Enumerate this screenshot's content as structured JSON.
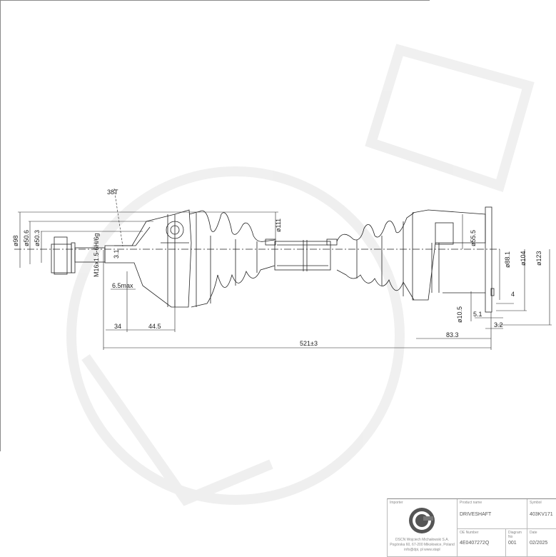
{
  "drawing": {
    "part_label": "38T",
    "dimensions_left": {
      "dia_98": "ø98",
      "dia_50_6": "ø50.6",
      "dia_50_3": "ø50.3",
      "thread": "M16x1.5-6H/6g",
      "gap": "6.5max",
      "len_34": "34",
      "len_44_5": "44.5",
      "small": "3.1"
    },
    "dimensions_mid": {
      "dia_111": "ø111",
      "total_length": "521±3"
    },
    "dimensions_right": {
      "dia_55_5": "ø55.5",
      "dia_88_1": "ø88.1",
      "dia_104": "ø104",
      "dia_123": "ø123",
      "dia_10_5": "ø10.5",
      "len_5_1": "5.1",
      "len_3_2": "3.2",
      "len_83_3": "83.3",
      "small": "4"
    }
  },
  "titleblock": {
    "importer_label": "Importer",
    "importer_address": [
      "DSCN Wojciech Michałowski S.A.",
      "Pogórska 60, 67-200 Mikołowice, Poland",
      "info@dpi, pl www.stapl"
    ],
    "product_name_label": "Product name",
    "product_name": "DRIVESHAFT",
    "symbol_label": "Symbol",
    "symbol": "403KV171",
    "oe_number_label": "OE Number",
    "oe_number": "4E0407272Q",
    "drawing_no_label": "Diagram No",
    "drawing_no": "001",
    "date_label": "Date",
    "date": "02/2025"
  }
}
